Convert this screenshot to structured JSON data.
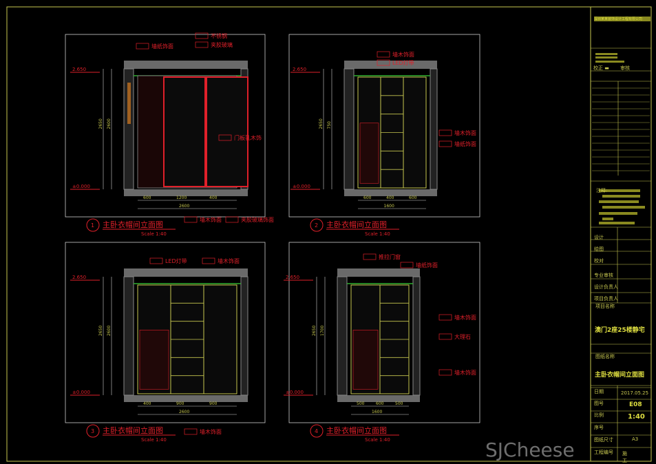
{
  "views": [
    {
      "num": "1",
      "title": "主卧衣帽间立面图",
      "scale": "Scale 1:40",
      "labels": [
        "墙纸饰面",
        "不锈钢",
        "夹胶玻璃",
        "门板乳木饰",
        "墙木饰面",
        "夹胶玻璃饰面"
      ],
      "levels": [
        "2.650",
        "±0.000"
      ],
      "dims": [
        "600",
        "1200",
        "400",
        "2600"
      ],
      "heights": [
        "2650",
        "2600"
      ]
    },
    {
      "num": "2",
      "title": "主卧衣帽间立面图",
      "scale": "Scale 1:40",
      "labels": [
        "墙木饰面",
        "LED灯带",
        "墙木饰面",
        "墙纸饰面"
      ],
      "levels": [
        "2.650",
        "±0.000"
      ],
      "dims": [
        "600",
        "400",
        "600",
        "1600"
      ],
      "heights": [
        "2650",
        "750"
      ]
    },
    {
      "num": "3",
      "title": "主卧衣帽间立面图",
      "scale": "Scale 1:40",
      "labels": [
        "LED灯带",
        "墙木饰面",
        "墙木饰面"
      ],
      "levels": [
        "2.650",
        "±0.000"
      ],
      "dims": [
        "400",
        "900",
        "900",
        "2600"
      ],
      "heights": [
        "2650",
        "2600"
      ]
    },
    {
      "num": "4",
      "title": "主卧衣帽间立面图",
      "scale": "Scale 1:40",
      "labels": [
        "推拉门窗",
        "墙纸饰面",
        "墙木饰面",
        "大理石",
        "墙木饰面"
      ],
      "levels": [
        "2.650",
        "±0.000"
      ],
      "dims": [
        "500",
        "600",
        "500",
        "1600"
      ],
      "heights": [
        "2650",
        "1700"
      ]
    }
  ],
  "title_block": {
    "company": "深圳某某装饰设计工程有限公司",
    "check_label": "校正",
    "review_label": "审核",
    "notes_label": "注释:",
    "roles": [
      "设计",
      "绘图",
      "校对",
      "专业审核",
      "设计负责人",
      "项目负责人"
    ],
    "project_label": "项目名称",
    "project": "澳门2座25楼静宅",
    "drawing_label": "图纸名称",
    "drawing": "主卧衣帽间立面图",
    "date_label": "日期",
    "date": "2017.05.25",
    "sheet_label": "图号",
    "sheet": "E08",
    "ratio_label": "比例",
    "ratio": "1:40",
    "seq_label": "序号",
    "size_label": "图纸尺寸",
    "size": "A3",
    "stage_label": "工程编号",
    "stage": "施工"
  },
  "watermark": "SJCheese"
}
